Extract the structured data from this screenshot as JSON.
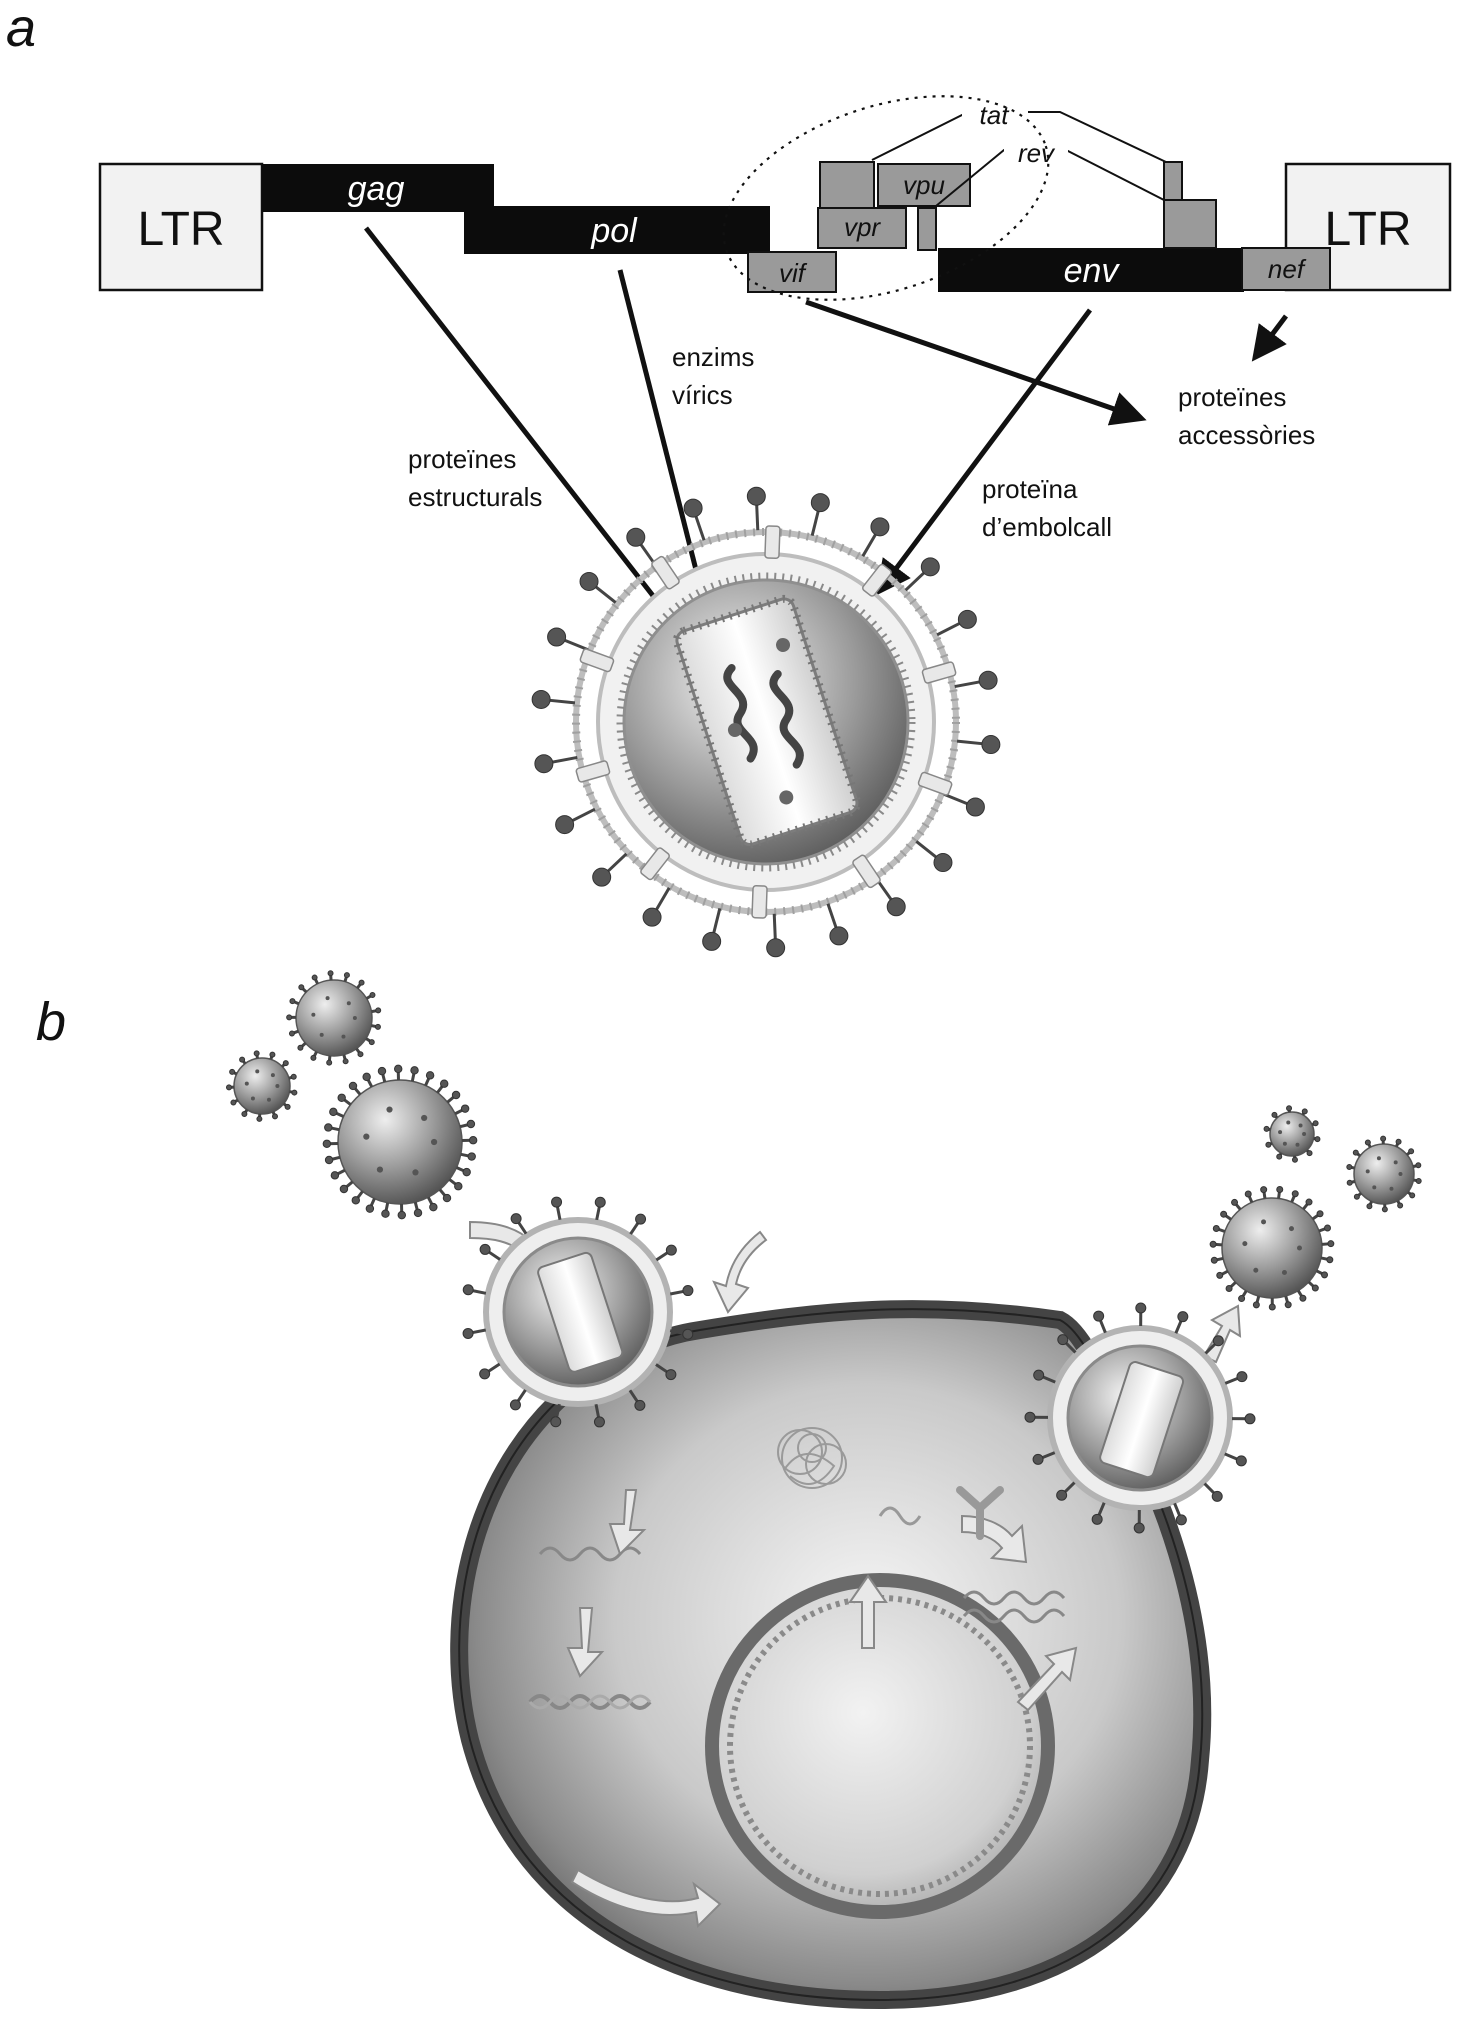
{
  "panels": {
    "a": "a",
    "b": "b"
  },
  "genome": {
    "ltr_left": "LTR",
    "ltr_right": "LTR",
    "genes": {
      "gag": "gag",
      "pol": "pol",
      "env": "env",
      "vif": "vif",
      "vpr": "vpr",
      "vpu": "vpu",
      "tat": "tat",
      "rev": "rev",
      "nef": "nef"
    }
  },
  "labels": {
    "enzymes": [
      "enzims",
      "vírics"
    ],
    "structural": [
      "proteïnes",
      "estructurals"
    ],
    "envelope": [
      "proteïna",
      "d’embolcall"
    ],
    "accessory": [
      "proteïnes",
      "accessòries"
    ]
  },
  "colors": {
    "ink": "#111111",
    "gene_black": "#0c0c0c",
    "accessory_gray": "#9a9a9a",
    "ltr_fill": "#f2f2f2",
    "cell_dark": "#555555",
    "cell_light": "#d6d6d6",
    "membrane": "#bdbdbd",
    "arrow_light": "#e6e6e6"
  }
}
